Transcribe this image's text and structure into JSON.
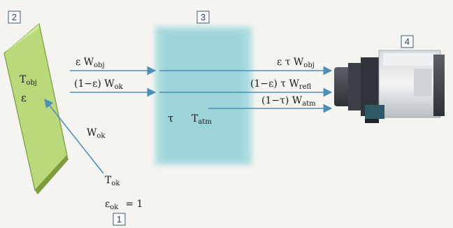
{
  "markers": {
    "m1": "1",
    "m2": "2",
    "m3": "3",
    "m4": "4"
  },
  "object": {
    "T": "T",
    "T_sub": "obj",
    "eps": "ε",
    "W": "W",
    "W_sub": "ok",
    "Tok": "T",
    "Tok_sub": "ok",
    "epsok": "ε",
    "epsok_sub": "ok",
    "epsok_val": "= 1"
  },
  "beams": {
    "b1_left_pre": "ε W",
    "b1_left_sub": "obj",
    "b2_left_pre": "(1−ε) W",
    "b2_left_sub": "ok",
    "b1_right_pre": "ε τ W",
    "b1_right_sub": "obj",
    "b2_right_pre": "(1−ε) τ W",
    "b2_right_sub": "refl",
    "b3_right_pre": "(1−τ) W",
    "b3_right_sub": "atm"
  },
  "atmosphere": {
    "tau": "τ",
    "T": "T",
    "T_sub": "atm"
  },
  "colors": {
    "object_fill": "#b9d97a",
    "atmosphere_fill": "#9fd6db",
    "arrow": "#4d8fb6",
    "marker_stroke": "#3d5a6b"
  },
  "icons": {
    "camera": "thermal-camera-icon"
  }
}
